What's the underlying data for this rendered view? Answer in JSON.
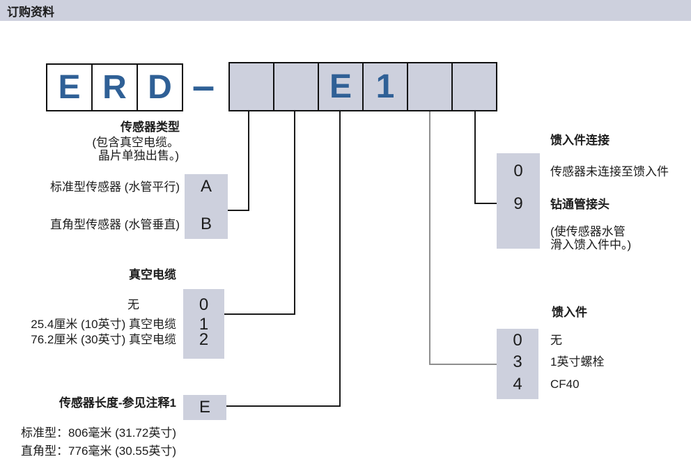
{
  "header": {
    "title": "订购资料"
  },
  "part_number": {
    "prefix_cells": [
      "E",
      "R",
      "D"
    ],
    "separator": "–",
    "code_cells": [
      "",
      "",
      "E",
      "1",
      "",
      ""
    ]
  },
  "sensor_type": {
    "title": "传感器类型",
    "note_line1": "(包含真空电缆。",
    "note_line2": "晶片单独出售。)",
    "options": [
      {
        "label": "标准型传感器 (水管平行)",
        "code": "A"
      },
      {
        "label": "直角型传感器 (水管垂直)",
        "code": "B"
      }
    ]
  },
  "vacuum_cable": {
    "title": "真空电缆",
    "options": [
      {
        "label": "无",
        "code": "0"
      },
      {
        "label": "25.4厘米 (10英寸) 真空电缆",
        "code": "1"
      },
      {
        "label": "76.2厘米 (30英寸) 真空电缆",
        "code": "2"
      }
    ]
  },
  "sensor_length": {
    "title": "传感器长度-参见注释1",
    "code": "E",
    "note_line1": "标准型：806毫米 (31.72英寸)",
    "note_line2": "直角型：776毫米 (30.55英寸)"
  },
  "feedthrough_connection": {
    "title": "馈入件连接",
    "options": [
      {
        "code": "0",
        "label": "传感器未连接至馈入件"
      },
      {
        "code": "9",
        "label": "钻通管接头"
      }
    ],
    "note_line1": "(使传感器水管",
    "note_line2": "滑入馈入件中。)"
  },
  "feedthrough": {
    "title": "馈入件",
    "options": [
      {
        "code": "0",
        "label": "无"
      },
      {
        "code": "3",
        "label": "1英寸螺栓"
      },
      {
        "code": "4",
        "label": "CF40"
      }
    ]
  },
  "colors": {
    "box_fill": "#cdd0dd",
    "accent_blue": "#2f6096",
    "line_black": "#1a1a1a",
    "line_gray": "#8f8f8f"
  }
}
